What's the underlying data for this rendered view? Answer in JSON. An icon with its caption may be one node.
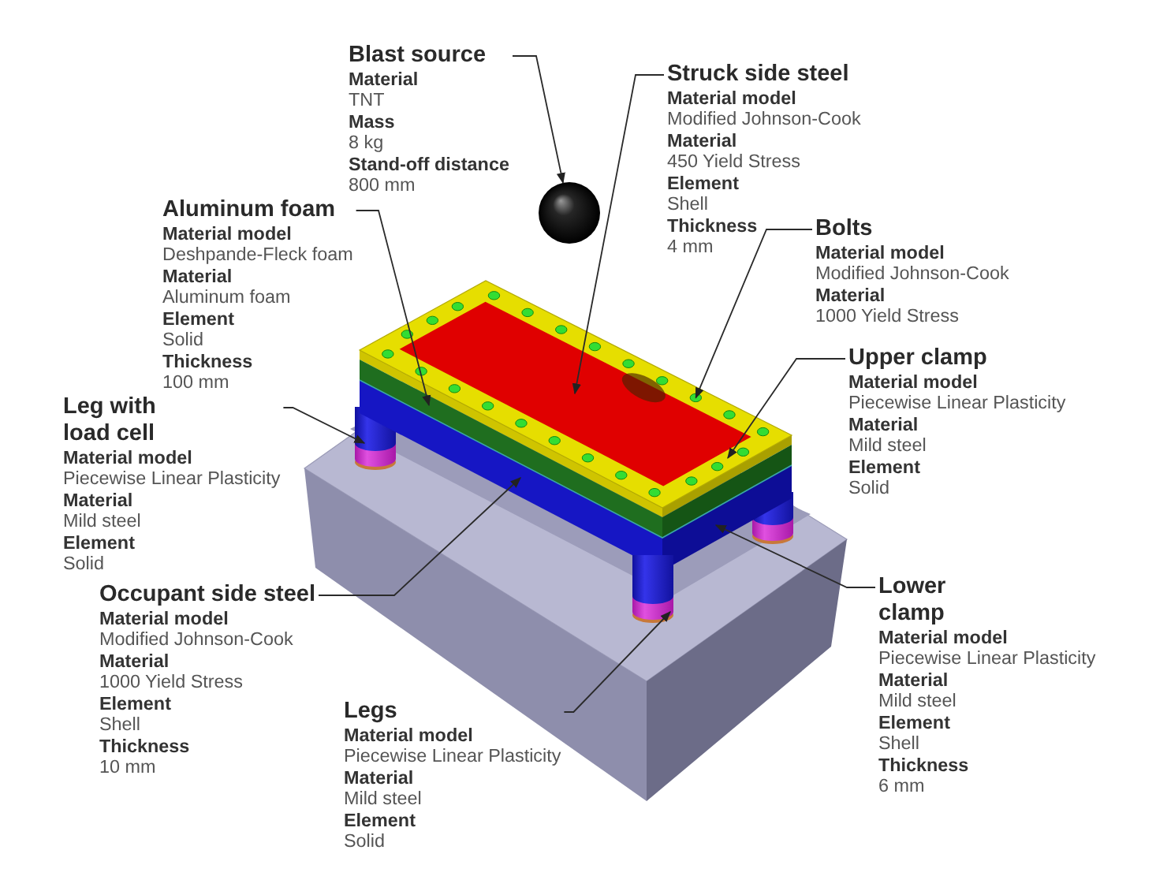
{
  "diagram": {
    "nodes": [
      {
        "text": [
          "Blast source",
          "Material",
          "TNT",
          "Mass",
          "8 kg",
          "Stand-off distance",
          "800 mm"
        ]
      },
      {
        "text": [
          "Struck side steel",
          "Material model",
          "Modified Johnson-Cook",
          "Material",
          "450 Yield Stress",
          "Element",
          "Shell",
          "Thickness",
          "4 mm"
        ]
      },
      {
        "text": [],
        "shape": "circle"
      },
      {
        "text": [
          "Aluminum foam",
          "Material model",
          "Deshpande-Fleck foam",
          "Material",
          "Aluminum foam",
          "Element",
          "Solid",
          "Thickness",
          "100 mm"
        ]
      },
      {
        "text": [
          "Bolts",
          "Material model",
          "Modified Johnson-Cook",
          "Material",
          "1000 Yield Stress"
        ]
      },
      {
        "text": [
          "Upper clamp",
          "Material model",
          "Piecewise Linear Plasticity",
          "Material",
          "Mild steel",
          "Element",
          "Solid"
        ]
      },
      {
        "text": [
          "Leg with load cell",
          "Material model",
          "Piecewise Linear Plasticity",
          "Material",
          "Mild steel",
          "Element",
          "Solid"
        ]
      },
      {
        "text": [
          "Occupant side steel",
          "Material model",
          "Modified Johnson-Cook",
          "Material",
          "1000 Yield Stress",
          "Element",
          "Shell",
          "Thickness",
          "10 mm"
        ]
      },
      {
        "text": [
          "Lower clamp",
          "Material model",
          "Piecewise Linear Plasticity",
          "Material",
          "Mild steel",
          "Element",
          "Shell",
          "Thickness",
          "6 mm"
        ]
      },
      {
        "text": [
          "Legs",
          "Material model",
          "Piecewise Linear Plasticity",
          "Material",
          "Mild steel",
          "Element",
          "Solid"
        ]
      }
    ],
    "edges": [
      {
        "from": 0,
        "to": 2,
        "arrow": "to"
      },
      {
        "from": 1,
        "to": null,
        "arrow": "to"
      },
      {
        "from": 3,
        "to": null,
        "arrow": "to"
      },
      {
        "from": 4,
        "to": null,
        "arrow": "to"
      },
      {
        "from": 5,
        "to": null,
        "arrow": "to"
      },
      {
        "from": 6,
        "to": null,
        "arrow": "to"
      },
      {
        "from": 7,
        "to": null,
        "arrow": "to"
      },
      {
        "from": 8,
        "to": null,
        "arrow": "to"
      },
      {
        "from": 9,
        "to": null,
        "arrow": "to"
      }
    ]
  }
}
